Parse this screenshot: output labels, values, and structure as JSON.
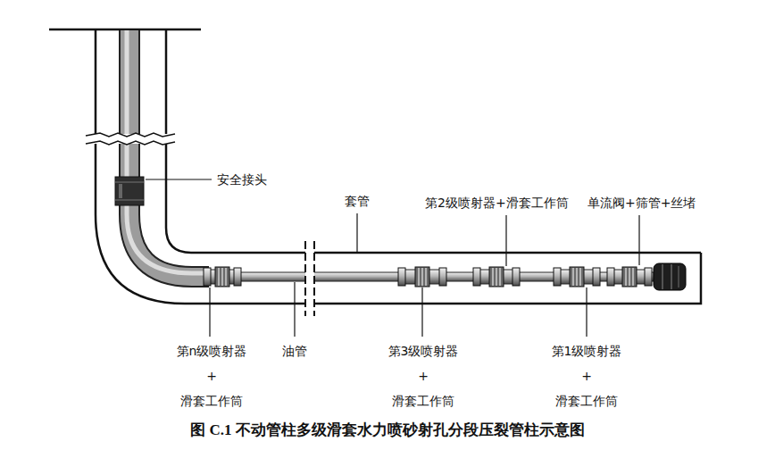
{
  "diagram": {
    "caption": "图 C.1 不动管柱多级滑套水力喷砂射孔分段压裂管柱示意图",
    "labels": [
      "安全接头",
      "套管",
      "第2级喷射器+滑套工作筒",
      "单流阀+筛管+丝堵",
      "第n级喷射器+ 滑套工作筒",
      "油管",
      "第3级喷射器+ 滑套工作筒",
      "第1级喷射器+ 滑套工作筒"
    ]
  }
}
